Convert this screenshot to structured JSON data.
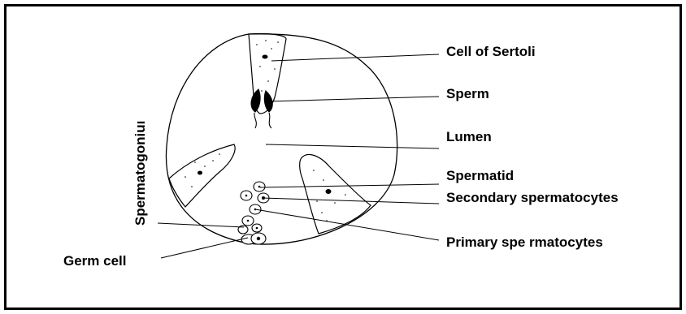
{
  "diagram": {
    "labels": {
      "cell_of_sertoli": "Cell of Sertoli",
      "sperm": "Sperm",
      "lumen": "Lumen",
      "spermatid": "Spermatid",
      "secondary_spermatocytes": "Secondary spermatocytes",
      "primary_spermatocytes": "Primary spe rmatocytes",
      "germ_cell": "Germ cell",
      "spermatogonium": "Spermatogoniuı"
    }
  }
}
